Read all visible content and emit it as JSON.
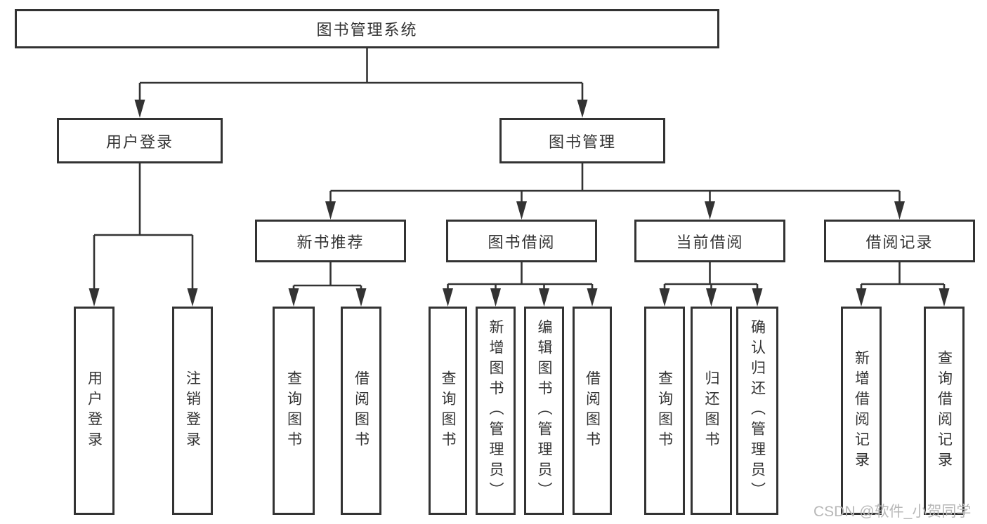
{
  "diagram": {
    "root": {
      "label": "图书管理系统"
    },
    "branches": [
      {
        "label": "用户登录"
      },
      {
        "label": "图书管理"
      }
    ],
    "sections": [
      {
        "label": "新书推荐"
      },
      {
        "label": "图书借阅"
      },
      {
        "label": "当前借阅"
      },
      {
        "label": "借阅记录"
      }
    ],
    "leaves": [
      {
        "label": "用户登录"
      },
      {
        "label": "注销登录"
      },
      {
        "label": "查询图书"
      },
      {
        "label": "借阅图书"
      },
      {
        "label": "查询图书"
      },
      {
        "label": "新增图书（管理员）"
      },
      {
        "label": "编辑图书（管理员）"
      },
      {
        "label": "借阅图书"
      },
      {
        "label": "查询图书"
      },
      {
        "label": "归还图书"
      },
      {
        "label": "确认归还（管理员）"
      },
      {
        "label": "新增借阅记录"
      },
      {
        "label": "查询借阅记录"
      }
    ],
    "watermark": "CSDN @软件_小贺同学",
    "colors": {
      "line": "#333333",
      "text": "#333333",
      "watermark": "#b8b8b8",
      "box_bg": "#ffffff"
    }
  }
}
